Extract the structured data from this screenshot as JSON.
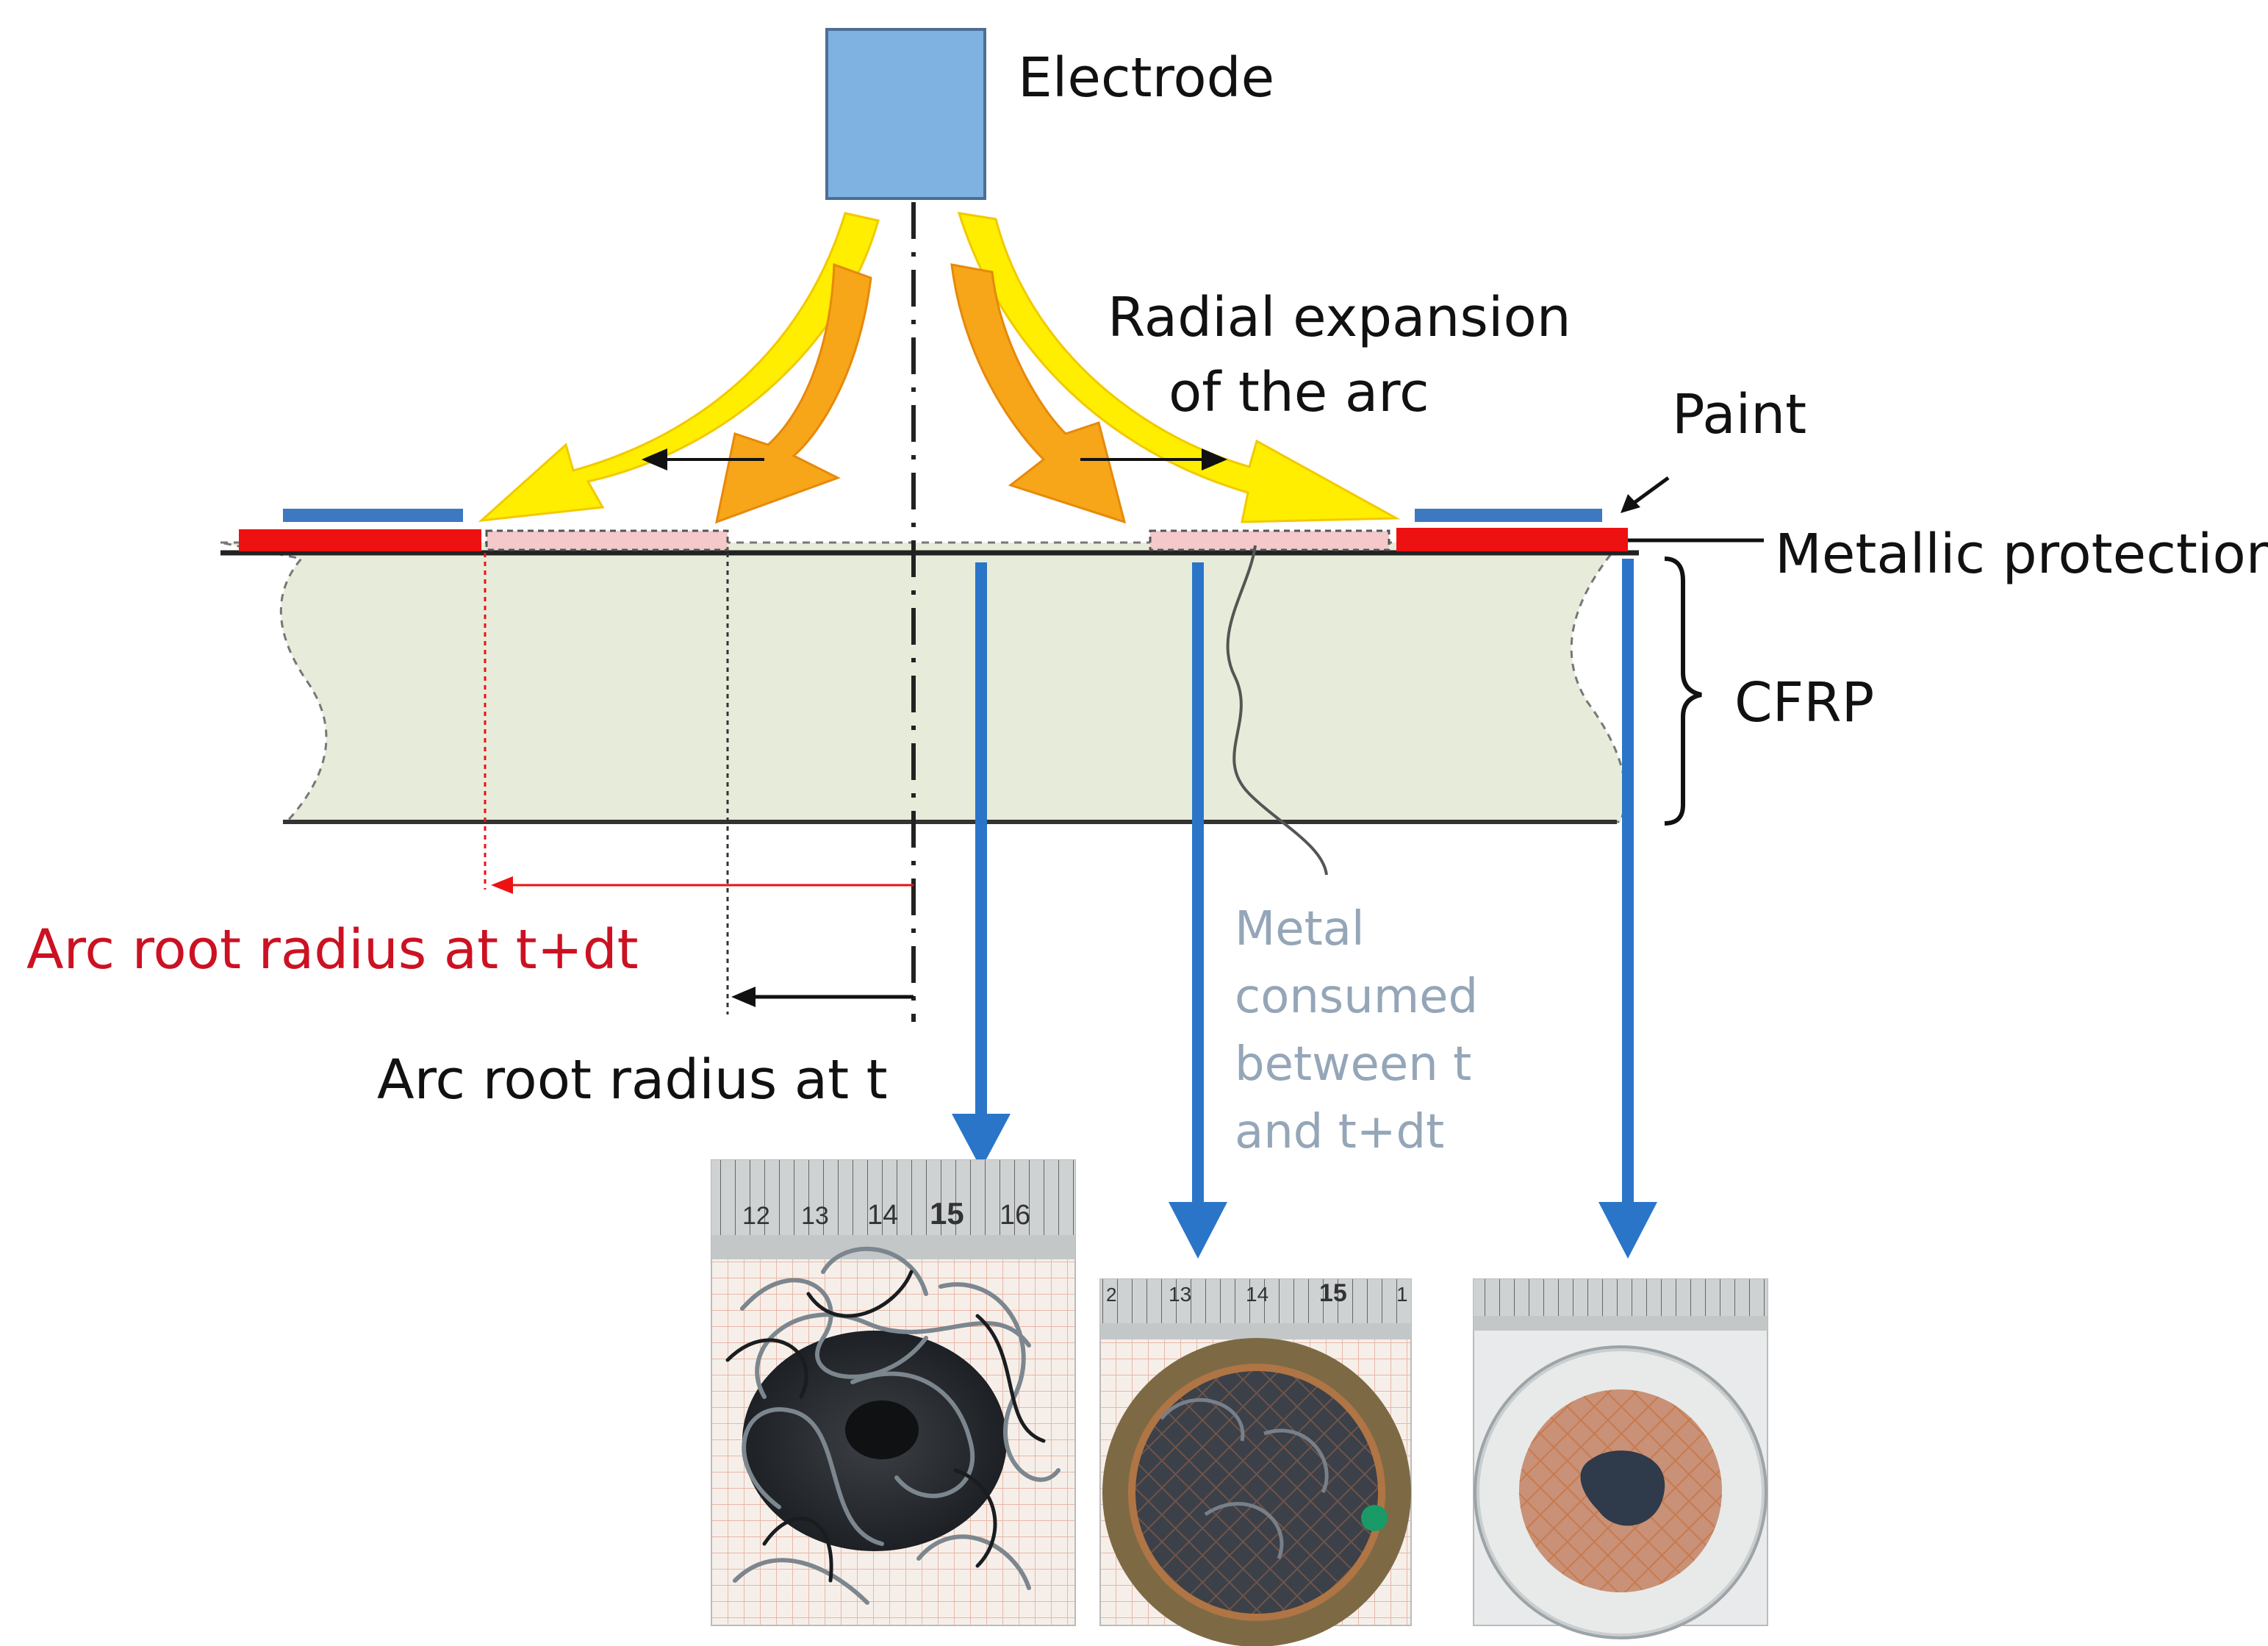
{
  "labels": {
    "electrode": "Electrode",
    "radial_line1": "Radial expansion",
    "radial_line2": "of the arc",
    "paint": "Paint",
    "metallic": "Metallic protection",
    "cfrp": "CFRP",
    "arc_root_tdt": "Arc root radius at t+dt",
    "arc_root_t": "Arc root radius at t",
    "metal_consumed": "Metal consumed between t and t+dt"
  },
  "ruler_ticks": {
    "photo1": [
      "12",
      "13",
      "14",
      "15",
      "16"
    ],
    "photo2": [
      "2",
      "13",
      "14",
      "15",
      "1"
    ]
  },
  "colors": {
    "electrode": "#7fb2e0",
    "paint_layer": "#3e78c0",
    "metal_layer": "#ee1111",
    "cfrp_fill": "#e6ecd9",
    "blue_arrow": "#2a75c8",
    "arc_yellow": "#ffee00",
    "arc_orange": "#f7a519",
    "red_label": "#cc1122",
    "grey_label": "#94a6b8"
  }
}
